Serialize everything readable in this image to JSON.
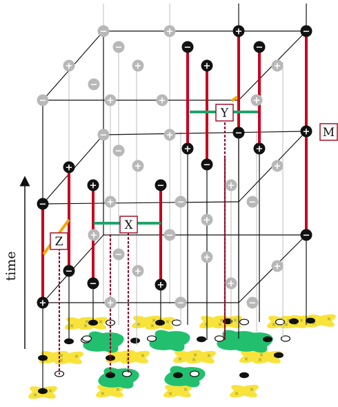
{
  "axis": {
    "time_label": "time"
  },
  "operators": {
    "x_label": "X",
    "y_label": "Y",
    "z_label": "Z",
    "m_label": "M"
  },
  "markers": {
    "plus": "+",
    "minus": "−"
  },
  "colors": {
    "measurement_line": "#c8001e",
    "x_operator": "#1fa36a",
    "z_operator": "#f2a900",
    "faded_node": "#b8b8b8",
    "lattice_yellow": "#f7e33a",
    "lattice_green": "#22c06e",
    "label_border": "#a0142a",
    "syndrome_link": "#8b0a2a"
  }
}
